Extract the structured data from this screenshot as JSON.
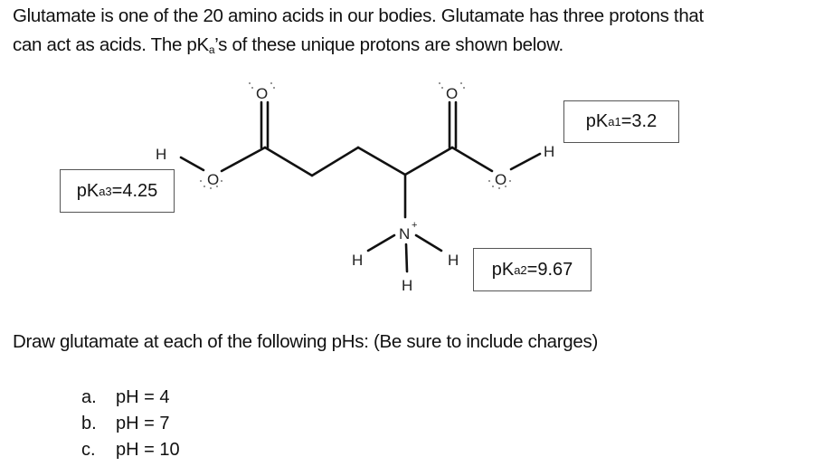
{
  "intro": {
    "line1": "Glutamate is one of the 20 amino acids in our bodies. Glutamate has three protons that",
    "line2_pre": "can act as acids. The pK",
    "line2_sub": "a",
    "line2_post": "’s of these unique protons are shown below."
  },
  "molecule": {
    "name": "glutamate (fully protonated)",
    "atoms": {
      "o_top_left": "O",
      "o_left": "O",
      "h_left": "H",
      "o_top_right": "O",
      "o_right": "O",
      "h_right": "H",
      "n": "N",
      "n_charge": "+",
      "h_n_left": "H",
      "h_n_right": "H",
      "h_n_bottom": "H"
    }
  },
  "pka_labels": [
    {
      "id": "pka1",
      "prefix": "pK",
      "sub": "a1",
      "value": "=3.2"
    },
    {
      "id": "pka2",
      "prefix": "pK",
      "sub": "a2",
      "value": "=9.67"
    },
    {
      "id": "pka3",
      "prefix": "pK",
      "sub": "a3",
      "value": "=4.25"
    }
  ],
  "prompt": "Draw glutamate at each of the following pHs: (Be sure to include charges)",
  "options": [
    {
      "label": "a.",
      "text": "pH = 4"
    },
    {
      "label": "b.",
      "text": "pH = 7"
    },
    {
      "label": "c.",
      "text": "pH = 10"
    }
  ]
}
